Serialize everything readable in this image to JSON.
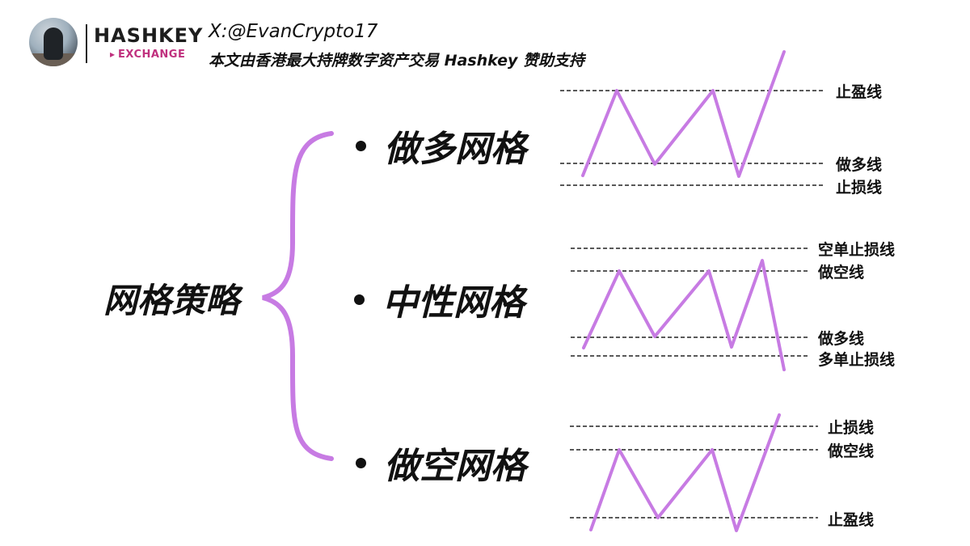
{
  "header": {
    "logo_top": "HASHKEY",
    "logo_sub": "EXCHANGE",
    "handle": "X:@EvanCrypto17",
    "sponsor": "本文由香港最大持牌数字资产交易 Hashkey 赞助支持",
    "brand_color": "#c0307e"
  },
  "root": {
    "label": "网格策略"
  },
  "branches": [
    {
      "label": "做多网格",
      "lines": [
        "止盈线",
        "做多线",
        "止损线"
      ]
    },
    {
      "label": "中性网格",
      "lines": [
        "空单止损线",
        "做空线",
        "做多线",
        "多单止损线"
      ]
    },
    {
      "label": "做空网格",
      "lines": [
        "止损线",
        "做空线",
        "止盈线"
      ]
    }
  ],
  "colors": {
    "bracket": "#c77be3",
    "zigzag": "#c77be3",
    "dash": "#222222"
  }
}
